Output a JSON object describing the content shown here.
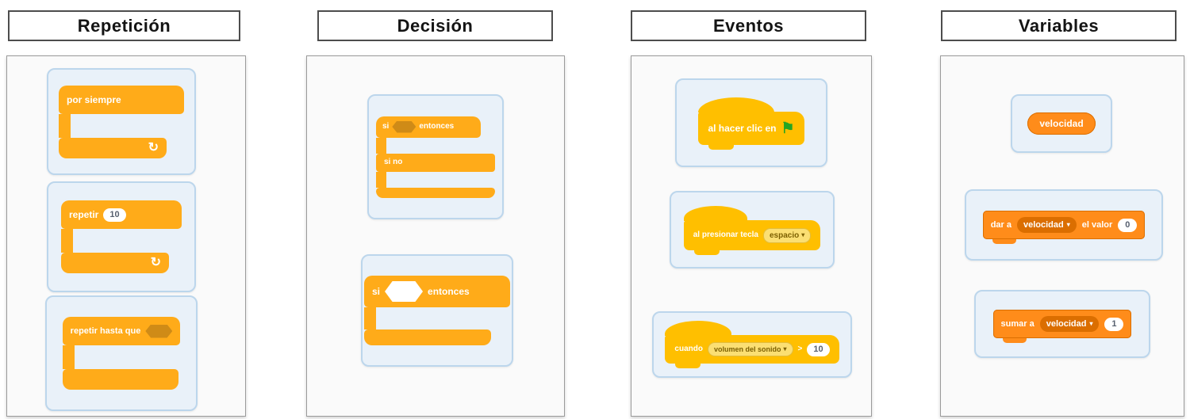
{
  "icons": {
    "loop_arrow": "↻",
    "green_flag": "⚑",
    "dropdown_arrow": "▾"
  },
  "colors": {
    "control_block": "#FFAB19",
    "events_block": "#FFBF00",
    "variables_block": "#FF8C1A",
    "variables_dropdown": "#DB6E00",
    "hexagon_slot_dark": "#CF8B17",
    "flag_green": "#23A523",
    "card_background": "#E9F1F9",
    "card_border": "#BCD6EC"
  },
  "panels": {
    "repeticion": {
      "title": "Repetición",
      "forever": {
        "label": "por siempre"
      },
      "repeat": {
        "label": "repetir",
        "count": "10"
      },
      "repeat_until": {
        "label": "repetir hasta que"
      }
    },
    "decision": {
      "title": "Decisión",
      "if_else": {
        "if_label": "si",
        "then_label": "entonces",
        "else_label": "si no"
      },
      "if_then": {
        "if_label": "si",
        "then_label": "entonces"
      }
    },
    "eventos": {
      "title": "Eventos",
      "when_flag_clicked": {
        "label": "al hacer clic en"
      },
      "when_key_pressed": {
        "label": "al presionar tecla",
        "key_option": "espacio"
      },
      "when_loudness": {
        "label": "cuando",
        "sensor_option": "volumen del sonido",
        "operator": ">",
        "value": "10"
      }
    },
    "variables": {
      "title": "Variables",
      "reporter": {
        "label": "velocidad"
      },
      "set_variable": {
        "prefix": "dar a",
        "variable": "velocidad",
        "suffix": "el valor",
        "value": "0"
      },
      "change_variable": {
        "prefix": "sumar a",
        "variable": "velocidad",
        "value": "1"
      }
    }
  }
}
